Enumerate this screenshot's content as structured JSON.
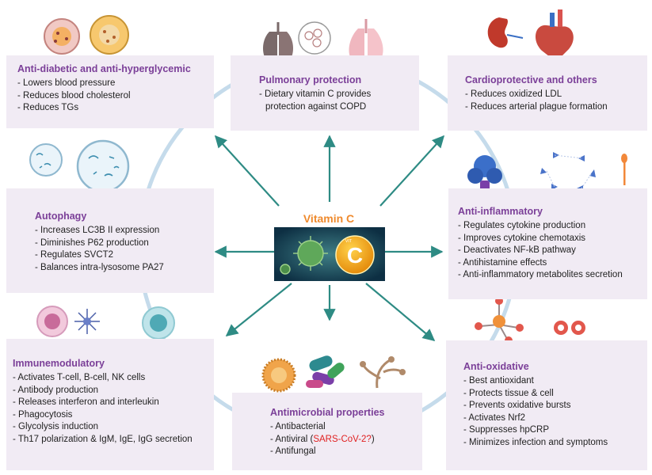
{
  "center": {
    "title": "Vitamin C",
    "badge_letter": "C",
    "badge_small": "VIT"
  },
  "boxes": {
    "diabetic": {
      "title": "Anti-diabetic and anti-hyperglycemic",
      "items": [
        "- Lowers blood pressure",
        "- Reduces blood cholesterol",
        "- Reduces TGs"
      ]
    },
    "pulmonary": {
      "title": "Pulmonary protection",
      "items": [
        "- Dietary vitamin C provides",
        "protection against COPD"
      ]
    },
    "cardio": {
      "title": "Cardioprotective and others",
      "items": [
        "- Reduces oxidized LDL",
        "- Reduces arterial plague formation"
      ]
    },
    "autophagy": {
      "title": "Autophagy",
      "items": [
        "- Increases LC3B II expression",
        "- Diminishes P62 production",
        "- Regulates SVCT2",
        "- Balances intra-lysosome PA27"
      ]
    },
    "inflammatory": {
      "title": "Anti-inflammatory",
      "items": [
        "- Regulates cytokine production",
        "- Improves cytokine chemotaxis",
        "- Deactivates NF-kB pathway",
        "- Antihistamine effects",
        "- Anti-inflammatory metabolites secretion"
      ]
    },
    "immuno": {
      "title": "Immunemodulatory",
      "items": [
        "- Activates T-cell, B-cell, NK cells",
        "- Antibody production",
        "- Releases interferon and interleukin",
        "- Phagocytosis",
        "- Glycolysis induction",
        "- Th17 polarization & IgM, IgE, IgG secretion"
      ]
    },
    "antimicrobial": {
      "title": "Antimicrobial properties",
      "items": [
        "- Antibacterial",
        "- Antifungal"
      ],
      "antiviral_prefix": "- Antiviral (",
      "antiviral_highlight": "SARS-CoV-2?",
      "antiviral_suffix": ")"
    },
    "oxidative": {
      "title": "Anti-oxidative",
      "items": [
        "- Best antioxidant",
        "- Protects tissue & cell",
        "- Prevents oxidative bursts",
        "- Activates Nrf2",
        "- Suppresses hpCRP",
        "- Minimizes infection and symptoms"
      ]
    }
  },
  "icons": {
    "top_left": "pancreatic-islet-icons",
    "top_center": "lung-icons",
    "top_right": "kidney-heart-icons",
    "mid_left": "petri-dish-icons",
    "mid_right": "cytokine-receptor-icons",
    "bottom_left": "immune-cell-icons",
    "bottom_center": "microbe-icons",
    "bottom_right": "oxygen-molecule-icons"
  },
  "colors": {
    "box_bg": "#f1ebf4",
    "title": "#7b3f98",
    "arrow": "#2e8b84",
    "ring": "#bcd4e8",
    "center_title": "#ef8a2d",
    "highlight": "#e02020"
  }
}
